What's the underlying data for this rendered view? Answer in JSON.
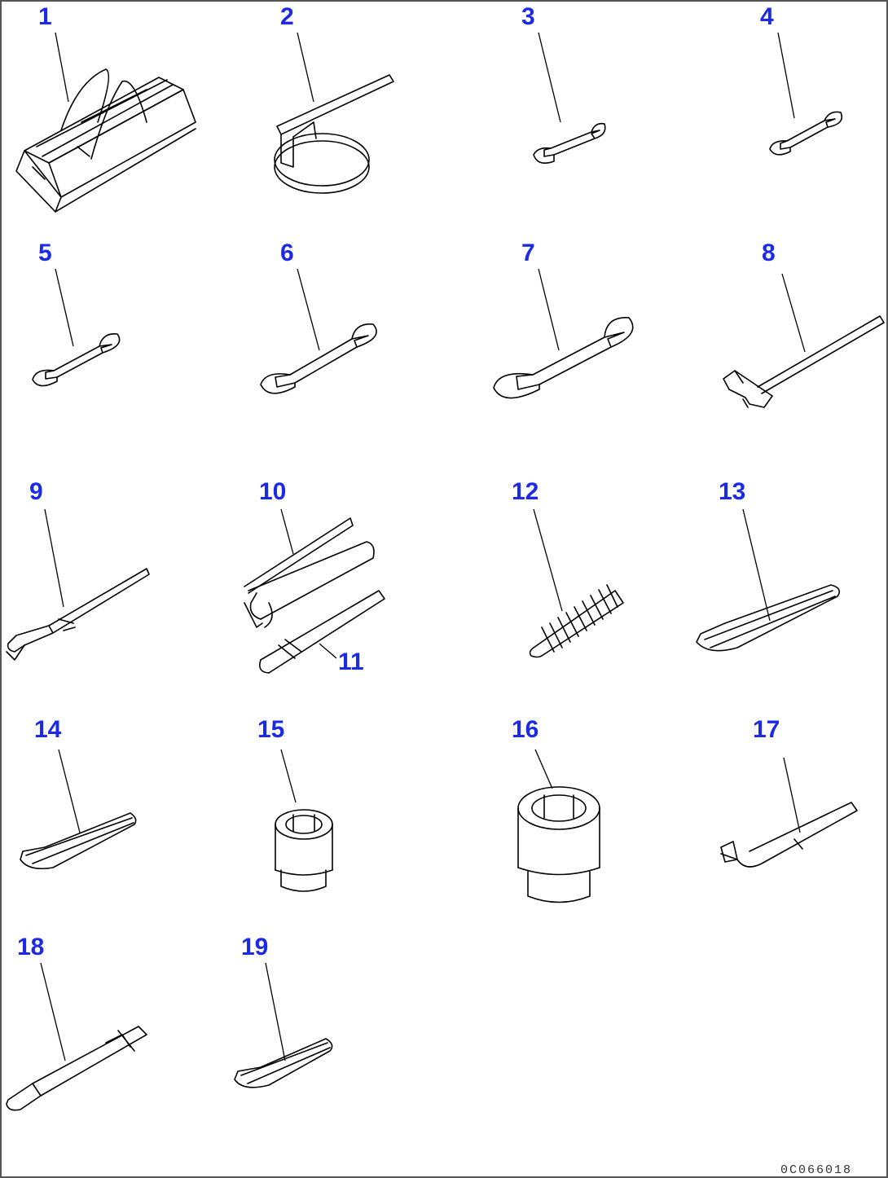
{
  "callouts": [
    "1",
    "2",
    "3",
    "4",
    "5",
    "6",
    "7",
    "8",
    "9",
    "10",
    "11",
    "12",
    "13",
    "14",
    "15",
    "16",
    "17",
    "18",
    "19"
  ],
  "doc_id": "0C066018",
  "colors": {
    "callout": "#1a2ae6",
    "line": "#000000",
    "frame": "#555555"
  },
  "parts": [
    {
      "callout": "1",
      "icon": "tool-box-icon"
    },
    {
      "callout": "2",
      "icon": "filter-wrench-icon"
    },
    {
      "callout": "3",
      "icon": "open-end-wrench-icon"
    },
    {
      "callout": "4",
      "icon": "open-end-wrench-icon"
    },
    {
      "callout": "5",
      "icon": "open-end-wrench-icon"
    },
    {
      "callout": "6",
      "icon": "open-end-wrench-icon"
    },
    {
      "callout": "7",
      "icon": "open-end-wrench-icon"
    },
    {
      "callout": "8",
      "icon": "hammer-icon"
    },
    {
      "callout": "9",
      "icon": "pry-bar-icon"
    },
    {
      "callout": "10",
      "icon": "grease-gun-icon"
    },
    {
      "callout": "11",
      "icon": "grease-nozzle-icon"
    },
    {
      "callout": "12",
      "icon": "hose-spring-icon"
    },
    {
      "callout": "13",
      "icon": "hex-key-icon"
    },
    {
      "callout": "14",
      "icon": "hex-key-icon"
    },
    {
      "callout": "15",
      "icon": "socket-icon"
    },
    {
      "callout": "16",
      "icon": "socket-icon"
    },
    {
      "callout": "17",
      "icon": "l-handle-icon"
    },
    {
      "callout": "18",
      "icon": "socket-handle-icon"
    },
    {
      "callout": "19",
      "icon": "hex-key-icon"
    }
  ]
}
